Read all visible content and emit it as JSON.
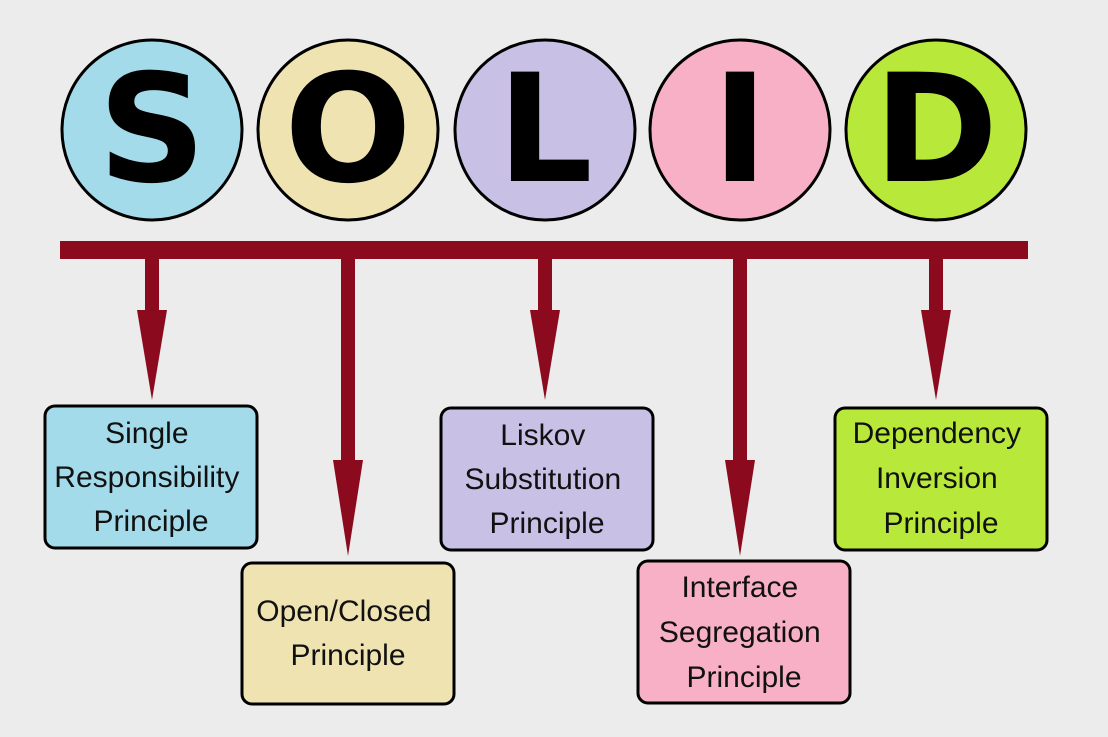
{
  "colors": {
    "background": "#ececec",
    "connector": "#8b0a1e",
    "s": "#a4dbea",
    "o": "#efe3b2",
    "l": "#c9c0e5",
    "i": "#f8b0c7",
    "d": "#b8e83a"
  },
  "letters": [
    {
      "char": "S",
      "color_key": "s"
    },
    {
      "char": "O",
      "color_key": "o"
    },
    {
      "char": "L",
      "color_key": "l"
    },
    {
      "char": "I",
      "color_key": "i"
    },
    {
      "char": "D",
      "color_key": "d"
    }
  ],
  "principles": [
    {
      "lines": [
        "Single",
        "Responsibility",
        "Principle"
      ],
      "color_key": "s"
    },
    {
      "lines": [
        "Open/Closed",
        "Principle"
      ],
      "color_key": "o"
    },
    {
      "lines": [
        "Liskov",
        "Substitution",
        "Principle"
      ],
      "color_key": "l"
    },
    {
      "lines": [
        "Interface",
        "Segregation",
        "Principle"
      ],
      "color_key": "i"
    },
    {
      "lines": [
        "Dependency",
        "Inversion",
        "Principle"
      ],
      "color_key": "d"
    }
  ]
}
